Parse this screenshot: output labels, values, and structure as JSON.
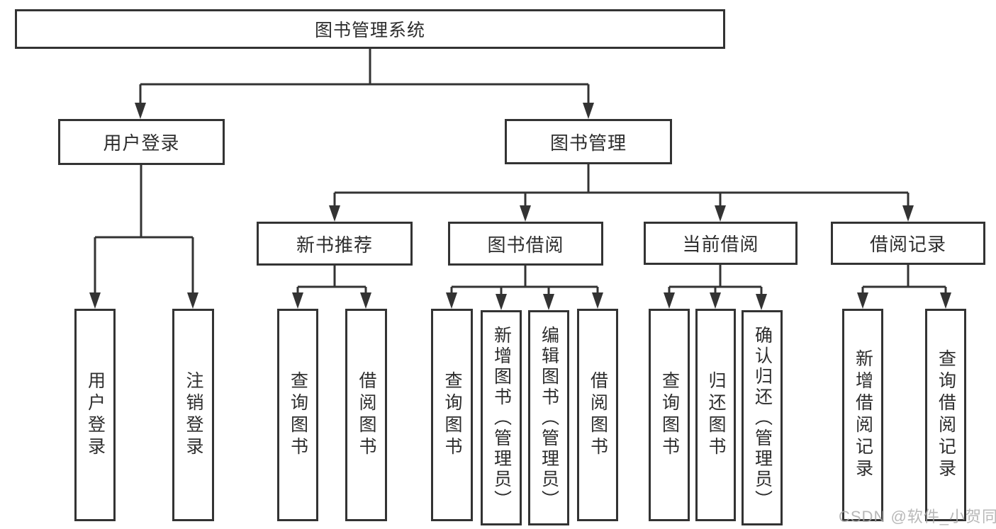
{
  "tree": {
    "label": "图书管理系统",
    "children": [
      {
        "label": "用户登录",
        "children": [
          {
            "label": "用户登录"
          },
          {
            "label": "注销登录"
          }
        ]
      },
      {
        "label": "图书管理",
        "children": [
          {
            "label": "新书推荐",
            "children": [
              {
                "label": "查询图书"
              },
              {
                "label": "借阅图书"
              }
            ]
          },
          {
            "label": "图书借阅",
            "children": [
              {
                "label": "查询图书"
              },
              {
                "label": "新增图书（管理员）"
              },
              {
                "label": "编辑图书（管理员）"
              },
              {
                "label": "借阅图书"
              }
            ]
          },
          {
            "label": "当前借阅",
            "children": [
              {
                "label": "查询图书"
              },
              {
                "label": "归还图书"
              },
              {
                "label": "确认归还（管理员）"
              }
            ]
          },
          {
            "label": "借阅记录",
            "children": [
              {
                "label": "新增借阅记录"
              },
              {
                "label": "查询借阅记录"
              }
            ]
          }
        ]
      }
    ]
  },
  "watermark": {
    "text": "CSDN @软件_小贺同学"
  },
  "colors": {
    "line": "#333333",
    "box_border": "#333333",
    "text": "#2d2d2d",
    "watermark": "#a8a8a8",
    "background": "#ffffff"
  }
}
